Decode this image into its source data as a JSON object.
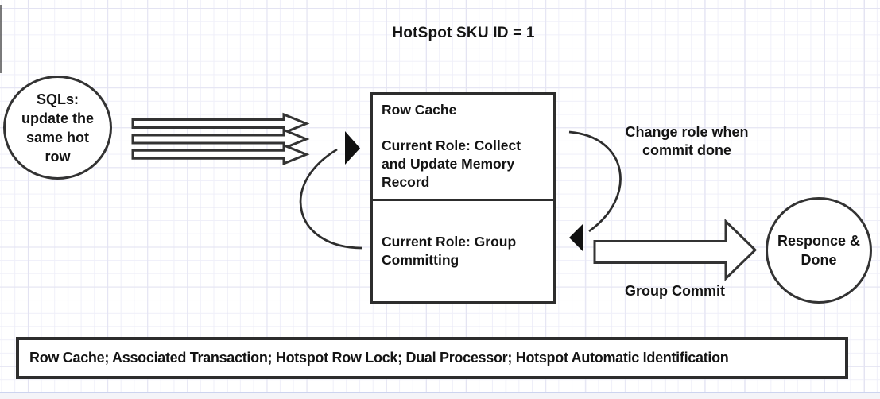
{
  "title": "HotSpot SKU ID = 1",
  "source_circle": {
    "label": "SQLs:\nupdate the\nsame hot\nrow"
  },
  "cache_box": {
    "header": "Row Cache",
    "top_role": "Current Role: Collect\nand Update Memory\nRecord",
    "bottom_role": "Current Role: Group\nCommitting"
  },
  "labels": {
    "change_role": "Change role when\ncommit done",
    "group_commit": "Group Commit"
  },
  "response_circle": {
    "label": "Responce &\nDone"
  },
  "banner": {
    "text": "Row Cache; Associated Transaction; Hotspot Row Lock; Dual Processor; Hotspot Automatic Identification"
  },
  "colors": {
    "stroke": "#333333",
    "text": "#141414",
    "grid_minor": "#efeff9",
    "grid_major": "#e3e3f2",
    "baseline": "#cdd4ef"
  }
}
